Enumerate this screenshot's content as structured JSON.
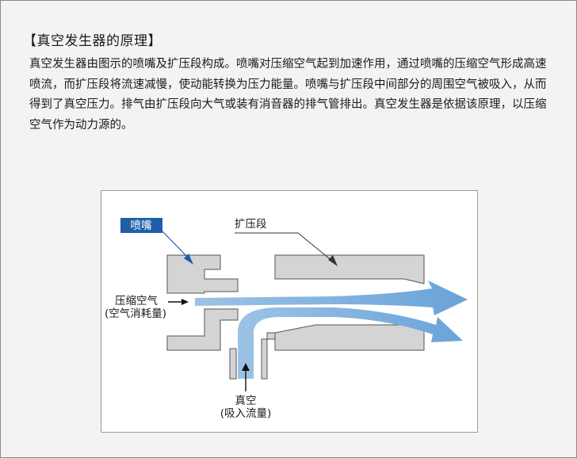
{
  "title": "【真空发生器的原理】",
  "description": "真空发生器由图示的喷嘴及扩压段构成。喷嘴对压缩空气起到加速作用，通过喷嘴的压缩空气形成高速喷流，而扩压段将流速减慢，使动能转换为压力能量。喷嘴与扩压段中间部分的周围空气被吸入，从而得到了真空压力。排气由扩压段向大气或装有消音器的排气管排出。真空发生器是依据该原理，以压缩空气作为动力源的。",
  "diagram": {
    "nozzle_label": "喷嘴",
    "diffuser_label": "扩压段",
    "compressed_air_label": "压缩空气",
    "air_consumption_label": "(空气消耗量)",
    "vacuum_label": "真空",
    "suction_flow_label": "(吸入流量)"
  },
  "colors": {
    "nozzle_label_bg": "#1f5fa8",
    "body_gray": "#d4d4d4",
    "body_stroke": "#555555",
    "flow_blue": "#7fb0dd",
    "panel_bg": "#f3f3f3"
  }
}
